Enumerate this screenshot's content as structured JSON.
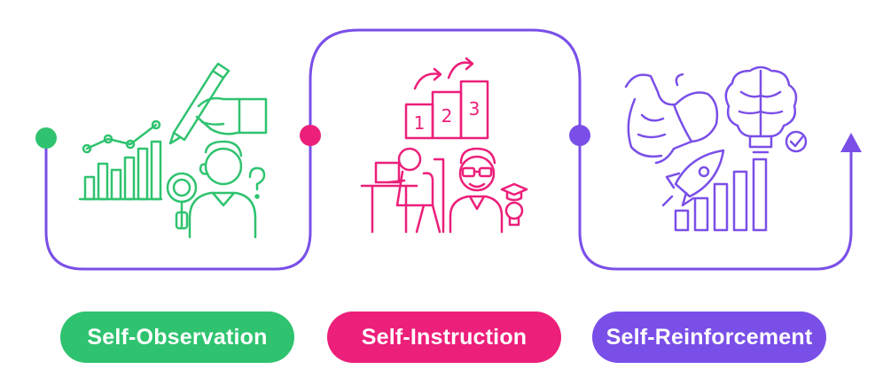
{
  "colors": {
    "green": "#2fc36f",
    "magenta": "#ec1f7a",
    "purple": "#7a4fe8",
    "line": "#7a4fe8"
  },
  "steps": [
    {
      "label": "Self-Observation",
      "color": "#2fc36f",
      "icon": "observation-illustration"
    },
    {
      "label": "Self-Instruction",
      "color": "#ec1f7a",
      "icon": "instruction-illustration"
    },
    {
      "label": "Self-Reinforcement",
      "color": "#7a4fe8",
      "icon": "reinforcement-illustration"
    }
  ],
  "podium_numbers": [
    "1",
    "2",
    "3"
  ]
}
